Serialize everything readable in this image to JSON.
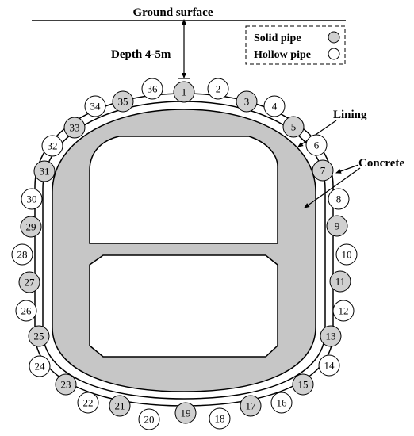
{
  "labels": {
    "ground_surface": "Ground surface",
    "depth": "Depth 4-5m",
    "lining": "Lining",
    "concrete": "Concrete"
  },
  "legend": {
    "solid": "Solid pipe",
    "hollow": "Hollow pipe"
  },
  "colors": {
    "solid_fill": "#d0d0d0",
    "hollow_fill": "#ffffff",
    "concrete_fill": "#c6c6c6",
    "stroke": "#000000"
  },
  "pipes": [
    {
      "n": "1",
      "type": "solid"
    },
    {
      "n": "2",
      "type": "hollow"
    },
    {
      "n": "3",
      "type": "solid"
    },
    {
      "n": "4",
      "type": "hollow"
    },
    {
      "n": "5",
      "type": "solid"
    },
    {
      "n": "6",
      "type": "hollow"
    },
    {
      "n": "7",
      "type": "solid"
    },
    {
      "n": "8",
      "type": "hollow"
    },
    {
      "n": "9",
      "type": "solid"
    },
    {
      "n": "10",
      "type": "hollow"
    },
    {
      "n": "11",
      "type": "solid"
    },
    {
      "n": "12",
      "type": "hollow"
    },
    {
      "n": "13",
      "type": "solid"
    },
    {
      "n": "14",
      "type": "hollow"
    },
    {
      "n": "15",
      "type": "solid"
    },
    {
      "n": "16",
      "type": "hollow"
    },
    {
      "n": "17",
      "type": "solid"
    },
    {
      "n": "18",
      "type": "hollow"
    },
    {
      "n": "19",
      "type": "solid"
    },
    {
      "n": "20",
      "type": "hollow"
    },
    {
      "n": "21",
      "type": "solid"
    },
    {
      "n": "22",
      "type": "hollow"
    },
    {
      "n": "23",
      "type": "solid"
    },
    {
      "n": "24",
      "type": "hollow"
    },
    {
      "n": "25",
      "type": "solid"
    },
    {
      "n": "26",
      "type": "hollow"
    },
    {
      "n": "27",
      "type": "solid"
    },
    {
      "n": "28",
      "type": "hollow"
    },
    {
      "n": "29",
      "type": "solid"
    },
    {
      "n": "30",
      "type": "hollow"
    },
    {
      "n": "31",
      "type": "solid"
    },
    {
      "n": "32",
      "type": "hollow"
    },
    {
      "n": "33",
      "type": "solid"
    },
    {
      "n": "34",
      "type": "hollow"
    },
    {
      "n": "35",
      "type": "solid"
    },
    {
      "n": "36",
      "type": "hollow"
    }
  ]
}
